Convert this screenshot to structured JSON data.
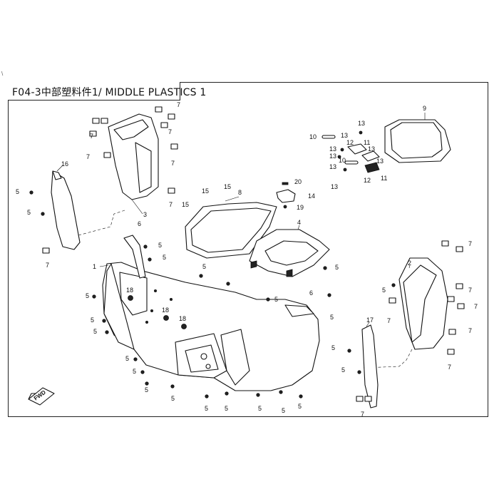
{
  "title": "F04-3中部塑料件1/ MIDDLE PLASTICS 1",
  "fwd_label": "FWD",
  "margin_mark": "\\",
  "callouts": {
    "c1": "1",
    "c2": "2",
    "c3": "3",
    "c4": "4",
    "c5a": "5",
    "c5b": "5",
    "c5c": "5",
    "c5d": "5",
    "c5e": "5",
    "c5f": "5",
    "c5g": "5",
    "c5h": "5",
    "c5i": "5",
    "c5j": "5",
    "c5k": "5",
    "c5l": "5",
    "c5m": "5",
    "c5n": "5",
    "c5o": "5",
    "c5p": "5",
    "c5q": "5",
    "c5r": "5",
    "c5s": "5",
    "c5t": "5",
    "c5u": "5",
    "c5v": "5",
    "c5w": "5",
    "c6a": "6",
    "c6b": "6",
    "c7a": "7",
    "c7b": "7",
    "c7c": "7",
    "c7d": "7",
    "c7e": "7",
    "c7f": "7",
    "c7g": "7",
    "c7h": "7",
    "c7i": "7",
    "c7j": "7",
    "c7k": "7",
    "c7l": "7",
    "c7m": "7",
    "c7n": "7",
    "c8": "8",
    "c9": "9",
    "c10a": "10",
    "c10b": "10",
    "c11a": "11",
    "c11b": "11",
    "c12a": "12",
    "c12b": "12",
    "c13a": "13",
    "c13b": "13",
    "c13c": "13",
    "c13d": "13",
    "c13e": "13",
    "c13f": "13",
    "c13g": "13",
    "c13h": "13",
    "c14": "14",
    "c15a": "15",
    "c15b": "15",
    "c15c": "15",
    "c16": "16",
    "c17": "17",
    "c18a": "18",
    "c18b": "18",
    "c18c": "18",
    "c19": "19",
    "c20": "20"
  }
}
